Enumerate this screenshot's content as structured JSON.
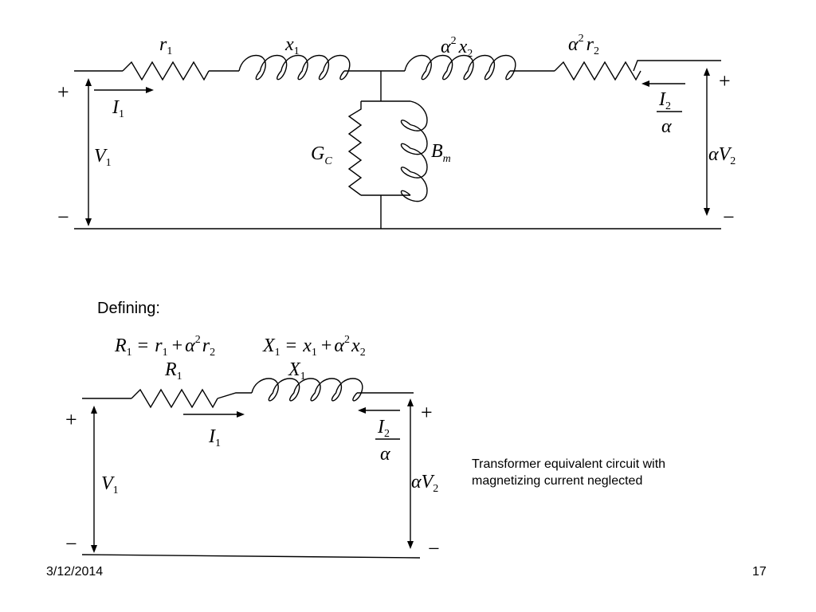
{
  "slide": {
    "date": "3/12/2014",
    "page_number": "17",
    "defining_label": "Defining:",
    "caption": "Transformer equivalent circuit with magnetizing current neglected"
  },
  "circuit_top": {
    "r1_label": {
      "base": "r",
      "sub": "1"
    },
    "x1_label": {
      "base": "x",
      "sub": "1"
    },
    "a2x2_label": {
      "coef": "α",
      "sup": "2",
      "base": "x",
      "sub": "2"
    },
    "a2r2_label": {
      "coef": "α",
      "sup": "2",
      "base": "r",
      "sub": "2"
    },
    "gc_label": {
      "base": "G",
      "sub": "C"
    },
    "bm_label": {
      "base": "B",
      "sub": "m"
    },
    "i1_label": {
      "base": "I",
      "sub": "1"
    },
    "v1_label": {
      "base": "V",
      "sub": "1"
    },
    "i2_num": {
      "base": "I",
      "sub": "2"
    },
    "i2_den": "α",
    "av2_label": {
      "coef": "α",
      "base": "V",
      "sub": "2"
    },
    "plus": "+",
    "minus": "−"
  },
  "equations": {
    "R1": {
      "lhs_base": "R",
      "lhs_sub": "1",
      "eq": "=",
      "t1_base": "r",
      "t1_sub": "1",
      "plus": "+",
      "coef": "α",
      "sup": "2",
      "t2_base": "r",
      "t2_sub": "2"
    },
    "X1": {
      "lhs_base": "X",
      "lhs_sub": "1",
      "eq": "=",
      "t1_base": "x",
      "t1_sub": "1",
      "plus": "+",
      "coef": "α",
      "sup": "2",
      "t2_base": "x",
      "t2_sub": "2"
    }
  },
  "circuit_bottom": {
    "R1_label": {
      "base": "R",
      "sub": "1"
    },
    "X1_label": {
      "base": "X",
      "sub": "1"
    },
    "i1_label": {
      "base": "I",
      "sub": "1"
    },
    "v1_label": {
      "base": "V",
      "sub": "1"
    },
    "i2_num": {
      "base": "I",
      "sub": "2"
    },
    "i2_den": "α",
    "av2_label": {
      "coef": "α",
      "base": "V",
      "sub": "2"
    },
    "plus": "+",
    "minus": "−"
  }
}
